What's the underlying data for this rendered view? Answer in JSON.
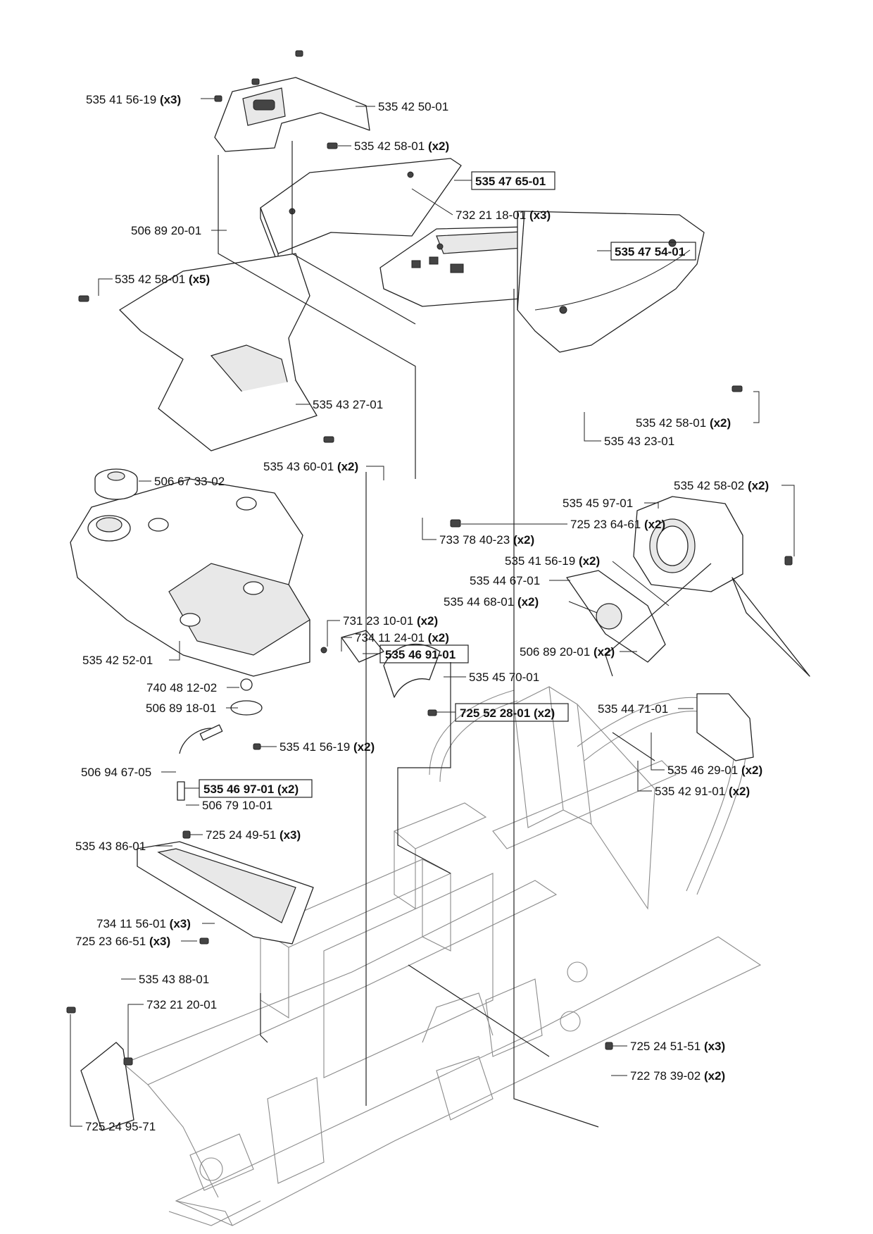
{
  "labels": [
    {
      "id": "l01",
      "part": "535 41 56-19",
      "qty": "(x3)",
      "boxed": false
    },
    {
      "id": "l02",
      "part": "535 42 50-01",
      "qty": "",
      "boxed": false
    },
    {
      "id": "l03",
      "part": "535 42 58-01",
      "qty": "(x2)",
      "boxed": false
    },
    {
      "id": "l04",
      "part": "535 47 65-01",
      "qty": "",
      "boxed": true
    },
    {
      "id": "l05",
      "part": "506 89 20-01",
      "qty": "",
      "boxed": false
    },
    {
      "id": "l06",
      "part": "732 21 18-01",
      "qty": "(x3)",
      "boxed": false
    },
    {
      "id": "l07",
      "part": "535 47 54-01",
      "qty": "",
      "boxed": true
    },
    {
      "id": "l08",
      "part": "535 42 58-01",
      "qty": "(x5)",
      "boxed": false
    },
    {
      "id": "l09",
      "part": "535 43 27-01",
      "qty": "",
      "boxed": false
    },
    {
      "id": "l10",
      "part": "535 42 58-01",
      "qty": "(x2)",
      "boxed": false
    },
    {
      "id": "l11",
      "part": "535 43 23-01",
      "qty": "",
      "boxed": false
    },
    {
      "id": "l12",
      "part": "535 43 60-01",
      "qty": "(x2)",
      "boxed": false
    },
    {
      "id": "l13",
      "part": "506 67 33-02",
      "qty": "",
      "boxed": false
    },
    {
      "id": "l14",
      "part": "535 42 58-02",
      "qty": "(x2)",
      "boxed": false
    },
    {
      "id": "l15",
      "part": "535 45 97-01",
      "qty": "",
      "boxed": false
    },
    {
      "id": "l16",
      "part": "725 23 64-61",
      "qty": "(x2)",
      "boxed": false
    },
    {
      "id": "l17",
      "part": "733 78 40-23",
      "qty": "(x2)",
      "boxed": false
    },
    {
      "id": "l18",
      "part": "535 41 56-19",
      "qty": "(x2)",
      "boxed": false
    },
    {
      "id": "l19",
      "part": "535 44 67-01",
      "qty": "",
      "boxed": false
    },
    {
      "id": "l20",
      "part": "535 44 68-01",
      "qty": "(x2)",
      "boxed": false
    },
    {
      "id": "l21",
      "part": "731 23 10-01",
      "qty": "(x2)",
      "boxed": false
    },
    {
      "id": "l22",
      "part": "734 11 24-01",
      "qty": "(x2)",
      "boxed": false
    },
    {
      "id": "l23",
      "part": "535 46 91-01",
      "qty": "",
      "boxed": true
    },
    {
      "id": "l24",
      "part": "506 89 20-01",
      "qty": "(x2)",
      "boxed": false
    },
    {
      "id": "l25",
      "part": "535 42 52-01",
      "qty": "",
      "boxed": false
    },
    {
      "id": "l26",
      "part": "535 45 70-01",
      "qty": "",
      "boxed": false
    },
    {
      "id": "l27",
      "part": "740 48 12-02",
      "qty": "",
      "boxed": false
    },
    {
      "id": "l28",
      "part": "506 89 18-01",
      "qty": "",
      "boxed": false
    },
    {
      "id": "l29",
      "part": "725 52 28-01",
      "qty": "(x2)",
      "boxed": true
    },
    {
      "id": "l30",
      "part": "535 44 71-01",
      "qty": "",
      "boxed": false
    },
    {
      "id": "l31",
      "part": "535 41 56-19",
      "qty": "(x2)",
      "boxed": false
    },
    {
      "id": "l32",
      "part": "506 94 67-05",
      "qty": "",
      "boxed": false
    },
    {
      "id": "l33",
      "part": "535 46 29-01",
      "qty": "(x2)",
      "boxed": false
    },
    {
      "id": "l34",
      "part": "535 46 97-01",
      "qty": "(x2)",
      "boxed": true
    },
    {
      "id": "l35",
      "part": "535 42 91-01",
      "qty": "(x2)",
      "boxed": false
    },
    {
      "id": "l36",
      "part": "506 79 10-01",
      "qty": "",
      "boxed": false
    },
    {
      "id": "l37",
      "part": "725 24 49-51",
      "qty": "(x3)",
      "boxed": false
    },
    {
      "id": "l38",
      "part": "535 43 86-01",
      "qty": "",
      "boxed": false
    },
    {
      "id": "l39",
      "part": "734 11 56-01",
      "qty": "(x3)",
      "boxed": false
    },
    {
      "id": "l40",
      "part": "725 23 66-51",
      "qty": "(x3)",
      "boxed": false
    },
    {
      "id": "l41",
      "part": "535 43 88-01",
      "qty": "",
      "boxed": false
    },
    {
      "id": "l42",
      "part": "732 21 20-01",
      "qty": "",
      "boxed": false
    },
    {
      "id": "l43",
      "part": "725 24 51-51",
      "qty": "(x3)",
      "boxed": false
    },
    {
      "id": "l44",
      "part": "722 78 39-02",
      "qty": "(x2)",
      "boxed": false
    },
    {
      "id": "l45",
      "part": "725 24 95-71",
      "qty": "",
      "boxed": false
    }
  ]
}
